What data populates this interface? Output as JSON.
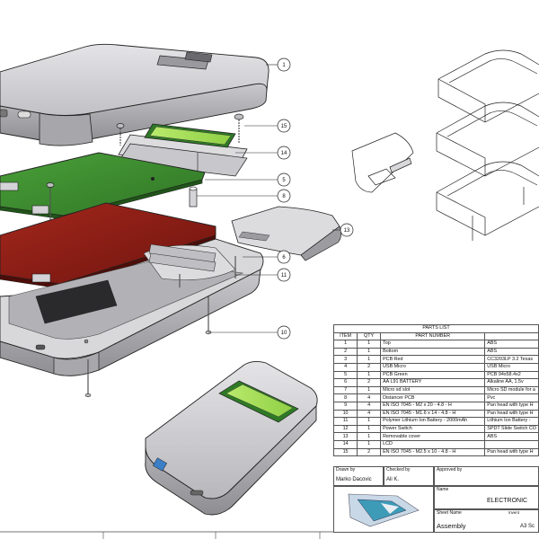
{
  "parts_list": {
    "title": "PARTS LIST",
    "headers": {
      "item": "ITEM",
      "qty": "QTY",
      "part": "PART NUMBER"
    },
    "rows": [
      {
        "item": "1",
        "qty": "1",
        "part": "Top",
        "desc": "ABS"
      },
      {
        "item": "2",
        "qty": "1",
        "part": "Bottom",
        "desc": "ABS"
      },
      {
        "item": "3",
        "qty": "1",
        "part": "PCB Red",
        "desc": "CC3203LP 3.2 Texas"
      },
      {
        "item": "4",
        "qty": "2",
        "part": "USB Micro",
        "desc": "USB Micro"
      },
      {
        "item": "5",
        "qty": "1",
        "part": "PCB Green",
        "desc": "PCB 94x58.4x2"
      },
      {
        "item": "6",
        "qty": "2",
        "part": "AA L91 BATTERY",
        "desc": "Alkaline AA, 1.5v"
      },
      {
        "item": "7",
        "qty": "1",
        "part": "Micro sd slot",
        "desc": "Micro SD module for a"
      },
      {
        "item": "8",
        "qty": "4",
        "part": "Distancer PCB",
        "desc": "Pvc"
      },
      {
        "item": "9",
        "qty": "4",
        "part": "EN ISO 7045 - M2 x 20 - 4.8 - H",
        "desc": "Pan head with type H"
      },
      {
        "item": "10",
        "qty": "4",
        "part": "EN ISO 7045 - M1.6 x 14 - 4.8 - H",
        "desc": "Pan head with type H"
      },
      {
        "item": "11",
        "qty": "1",
        "part": "Polymer Lithium Ion Battery - 2000mAh",
        "desc": "Lithium Ion Battery -"
      },
      {
        "item": "12",
        "qty": "1",
        "part": "Power Switch",
        "desc": "SPDT Slide Switch CO"
      },
      {
        "item": "13",
        "qty": "1",
        "part": "Removable cover",
        "desc": "ABS"
      },
      {
        "item": "14",
        "qty": "1",
        "part": "LCD",
        "desc": ""
      },
      {
        "item": "15",
        "qty": "2",
        "part": "EN ISO 7045 - M2.5 x 10 - 4.8 - H",
        "desc": "Pan head with type H"
      }
    ]
  },
  "title_block": {
    "drawn_by_label": "Drawn by",
    "drawn_by": "Marko Dacovic",
    "checked_by_label": "Checked by",
    "checked_by": "Ali K.",
    "approved_by_label": "Approved by",
    "name_label": "Name",
    "name_value": "ELECTRONIC",
    "sheet_name_label": "Sheet Name",
    "sheet_name": "Assembly",
    "inventor_label": "Invent",
    "size": "A3 Sc"
  },
  "balloons": [
    "1",
    "15",
    "14",
    "5",
    "8",
    "6",
    "11",
    "13",
    "10"
  ],
  "colors": {
    "pcb_green": "#3c8a2e",
    "pcb_red": "#8c1d14",
    "lcd_green": "#a7dc5a",
    "case_gray": "#cfcfd2",
    "case_dark": "#8a8a8e",
    "line": "#222222"
  }
}
